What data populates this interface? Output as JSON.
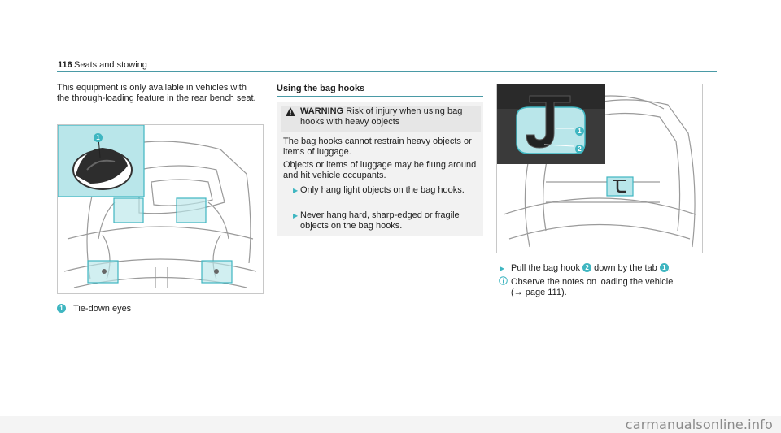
{
  "header": {
    "page_number": "116",
    "chapter": "Seats and stowing"
  },
  "intro": {
    "text": "This equipment is only available in vehicles with the through-loading feature in the rear bench seat."
  },
  "figure1": {
    "callout": "1",
    "caption_number": "1",
    "caption_text": "Tie-down eyes"
  },
  "section": {
    "title": "Using the bag hooks"
  },
  "warning": {
    "icon": "warning-triangle-icon",
    "label": "WARNING",
    "title_text": "Risk of injury when using bag hooks with heavy objects",
    "para1": "The bag hooks cannot restrain heavy objects or items of luggage.",
    "para2": "Objects or items of luggage may be flung around and hit vehicle occupants.",
    "bullet1": "Only hang light objects on the bag hooks.",
    "bullet2": "Never hang hard, sharp-edged or fragile objects on the bag hooks."
  },
  "figure2": {
    "callout1": "1",
    "callout2": "2"
  },
  "instruction": {
    "part1": "Pull the bag hook ",
    "ref1": "2",
    "part2": " down by the tab ",
    "ref2": "1",
    "part3": "."
  },
  "note": {
    "icon": "info-icon",
    "text": "Observe the notes on loading the vehicle",
    "page_ref": "(→ page 111)."
  },
  "footer": {
    "watermark": "carmanualsonline.info"
  },
  "colors": {
    "accent": "#3fb6c1",
    "highlight_fill": "#b9e6ea",
    "rule": "#4a9aa6"
  }
}
